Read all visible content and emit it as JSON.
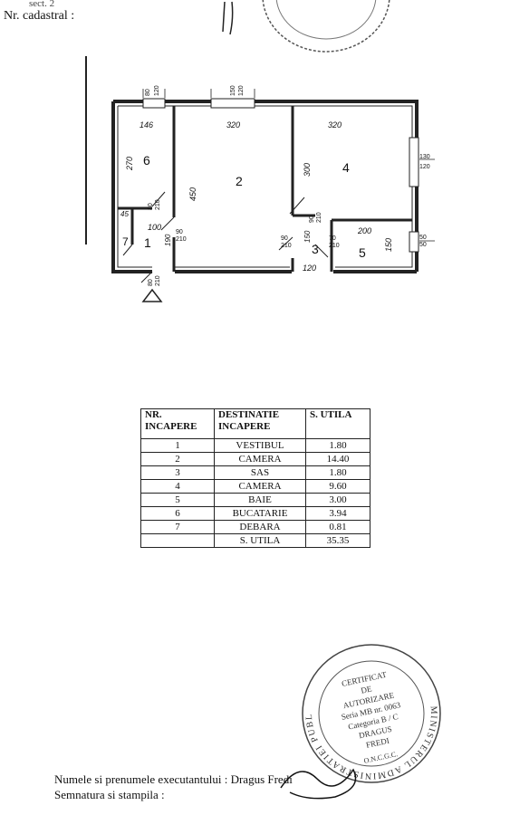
{
  "header": {
    "sect_label": "sect. 2",
    "cadastral_label": "Nr. cadastral :"
  },
  "plan": {
    "rooms": [
      {
        "num": "1"
      },
      {
        "num": "2"
      },
      {
        "num": "3"
      },
      {
        "num": "4"
      },
      {
        "num": "5"
      },
      {
        "num": "6"
      },
      {
        "num": "7"
      }
    ],
    "dims": {
      "w6": "146",
      "w2": "320",
      "w4": "320",
      "h6": "270",
      "h2": "450",
      "h4": "300",
      "w5": "200",
      "h5": "150",
      "w3": "120",
      "h3": "150",
      "w7": "45",
      "h1": "100",
      "h1b": "190",
      "win1a": "80",
      "win1b": "120",
      "win2a": "150",
      "win2b": "120",
      "win4a": "130",
      "win4b": "120",
      "win5a": "50",
      "win5b": "50",
      "d6a": "80",
      "d6b": "210",
      "d2a": "90",
      "d2b": "210",
      "d4a": "90",
      "d4b": "210",
      "d3a": "90",
      "d3b": "210",
      "d5a": "70",
      "d5b": "210",
      "dEa": "80",
      "dEb": "210"
    }
  },
  "table": {
    "headers": [
      "NR. INCAPERE",
      "DESTINATIE INCAPERE",
      "S. UTILA"
    ],
    "rows": [
      {
        "nr": "1",
        "dest": "VESTIBUL",
        "area": "1.80"
      },
      {
        "nr": "2",
        "dest": "CAMERA",
        "area": "14.40"
      },
      {
        "nr": "3",
        "dest": "SAS",
        "area": "1.80"
      },
      {
        "nr": "4",
        "dest": "CAMERA",
        "area": "9.60"
      },
      {
        "nr": "5",
        "dest": "BAIE",
        "area": "3.00"
      },
      {
        "nr": "6",
        "dest": "BUCATARIE",
        "area": "3.94"
      },
      {
        "nr": "7",
        "dest": "DEBARA",
        "area": "0.81"
      }
    ],
    "total": {
      "nr": "",
      "dest": "S. UTILA",
      "area": "35.35"
    }
  },
  "stamp": {
    "ring_text": "MINISTERUL ADMINISTRATIEI PUBLICE",
    "lines": [
      "CERTIFICAT",
      "DE",
      "AUTORIZARE",
      "Seria MB nr. 0063",
      "Categoria B / C",
      "DRAGUS",
      "FREDI",
      "O.N.C.G.C."
    ]
  },
  "footer": {
    "executant_label": "Numele si prenumele executantului :",
    "executant_name": "Dragus Fredi",
    "signature_label": "Semnatura si stampila :"
  }
}
